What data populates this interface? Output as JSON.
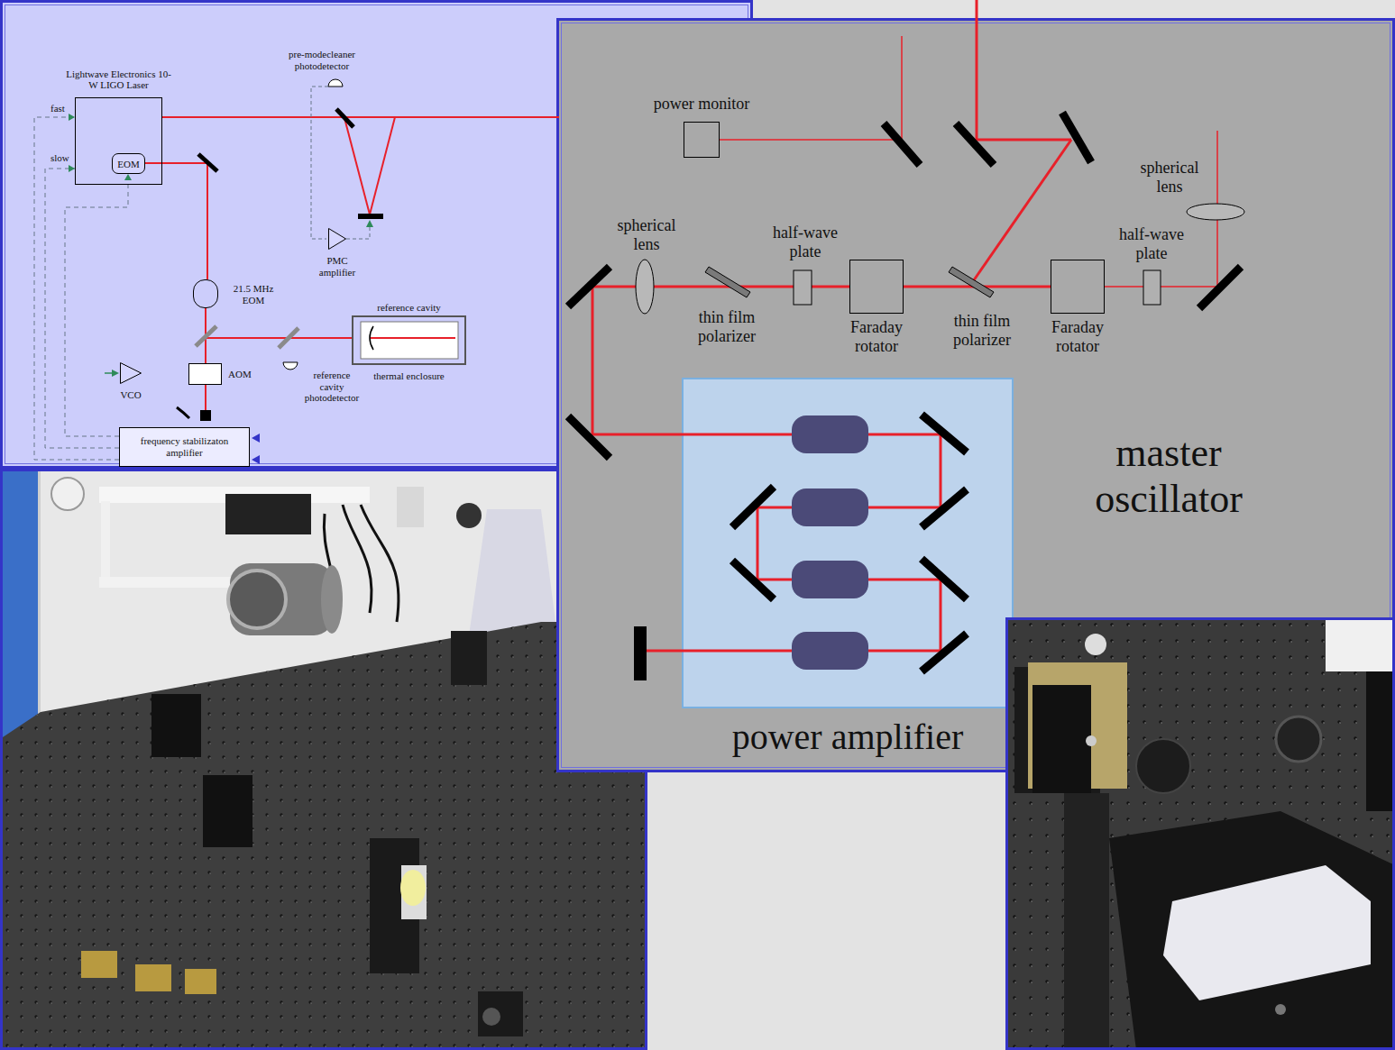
{
  "diagram": {
    "nodes": [
      {
        "text": [
          "Lightwave Electronics 10-W LIGO Laser"
        ]
      },
      {
        "text": [
          "EOM"
        ],
        "in": 0
      },
      {
        "text": [
          "21.5 MHz EOM"
        ]
      },
      {
        "text": [
          "AOM"
        ]
      },
      {
        "text": [
          "reference cavity",
          "thermal enclosure"
        ]
      },
      {
        "text": [
          "frequency stabilizaton amplifier"
        ]
      },
      {
        "text": [
          "PMC amplifier"
        ]
      },
      {
        "text": [
          "VCO"
        ]
      },
      {
        "text": [
          "master oscillator"
        ]
      },
      {
        "text": [
          "power monitor"
        ],
        "in": 8
      },
      {
        "text": [
          "Faraday rotator"
        ],
        "in": 8
      },
      {
        "text": [
          "Faraday rotator"
        ],
        "in": 8
      },
      {
        "text": [
          "power amplifier"
        ],
        "in": 8
      }
    ],
    "edges": [
      {
        "from": 1,
        "to": 2,
        "arrow": "none"
      },
      {
        "from": 2,
        "to": 3,
        "arrow": "none"
      },
      {
        "from": 2,
        "to": 4,
        "arrow": "none"
      },
      {
        "from": 5,
        "to": 0,
        "label": "fast",
        "arrow": "to"
      },
      {
        "from": 5,
        "to": 0,
        "label": "slow",
        "arrow": "to"
      },
      {
        "from": 5,
        "to": 1,
        "arrow": "to"
      },
      {
        "from": 10,
        "to": 11,
        "arrow": "none"
      },
      {
        "from": 10,
        "to": 12,
        "arrow": "none"
      }
    ],
    "labels": [
      "pre-modecleaner photodetector",
      "reference cavity photodetector",
      "spherical lens",
      "thin film polarizer",
      "half-wave plate",
      "thin film polarizer",
      "half-wave plate",
      "spherical lens"
    ]
  }
}
